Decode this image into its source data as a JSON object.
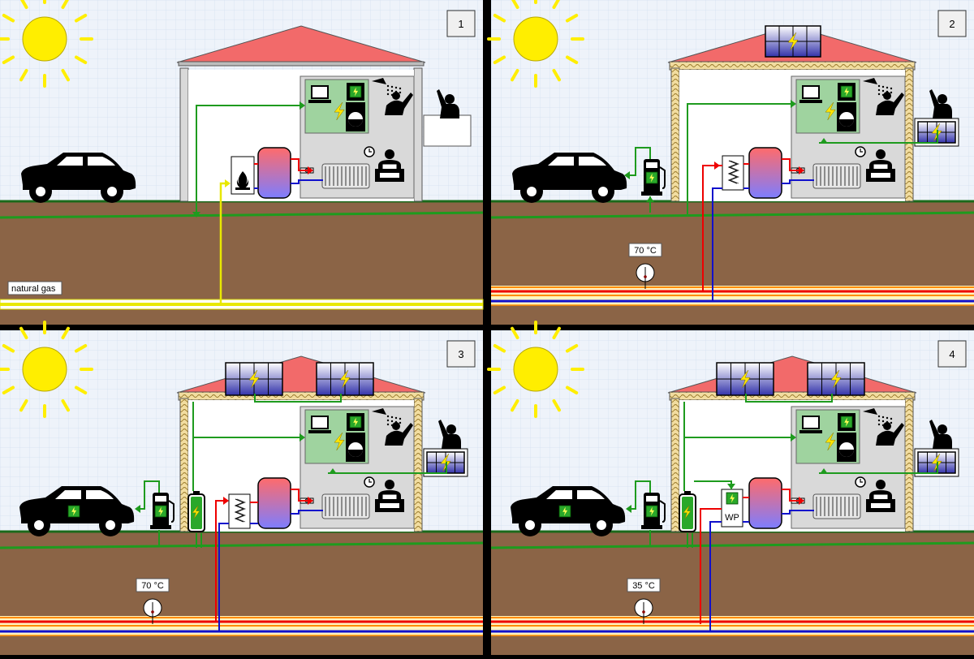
{
  "panels": [
    {
      "number": "1",
      "stage": 1,
      "label": "natural gas",
      "temperature": ""
    },
    {
      "number": "2",
      "stage": 2,
      "label": "",
      "temperature": "70 °C"
    },
    {
      "number": "3",
      "stage": 3,
      "label": "",
      "temperature": "70 °C"
    },
    {
      "number": "4",
      "stage": 4,
      "label": "",
      "temperature": "35 °C"
    }
  ],
  "heat_pump_label": "WP",
  "colors": {
    "sky": "#eef3fa",
    "grid": "#d3e0f0",
    "ground": "#8b6446",
    "grass": "#1b6a1b",
    "roof": "#f26a6a",
    "wall": "#d9d9d9",
    "room": "#9fd39f",
    "electric": "#1e9b1e",
    "gas": "#e8e800",
    "hot": "#ee0000",
    "cold": "#1010cc",
    "sun": "#ffee00",
    "solar": "#3333aa"
  }
}
